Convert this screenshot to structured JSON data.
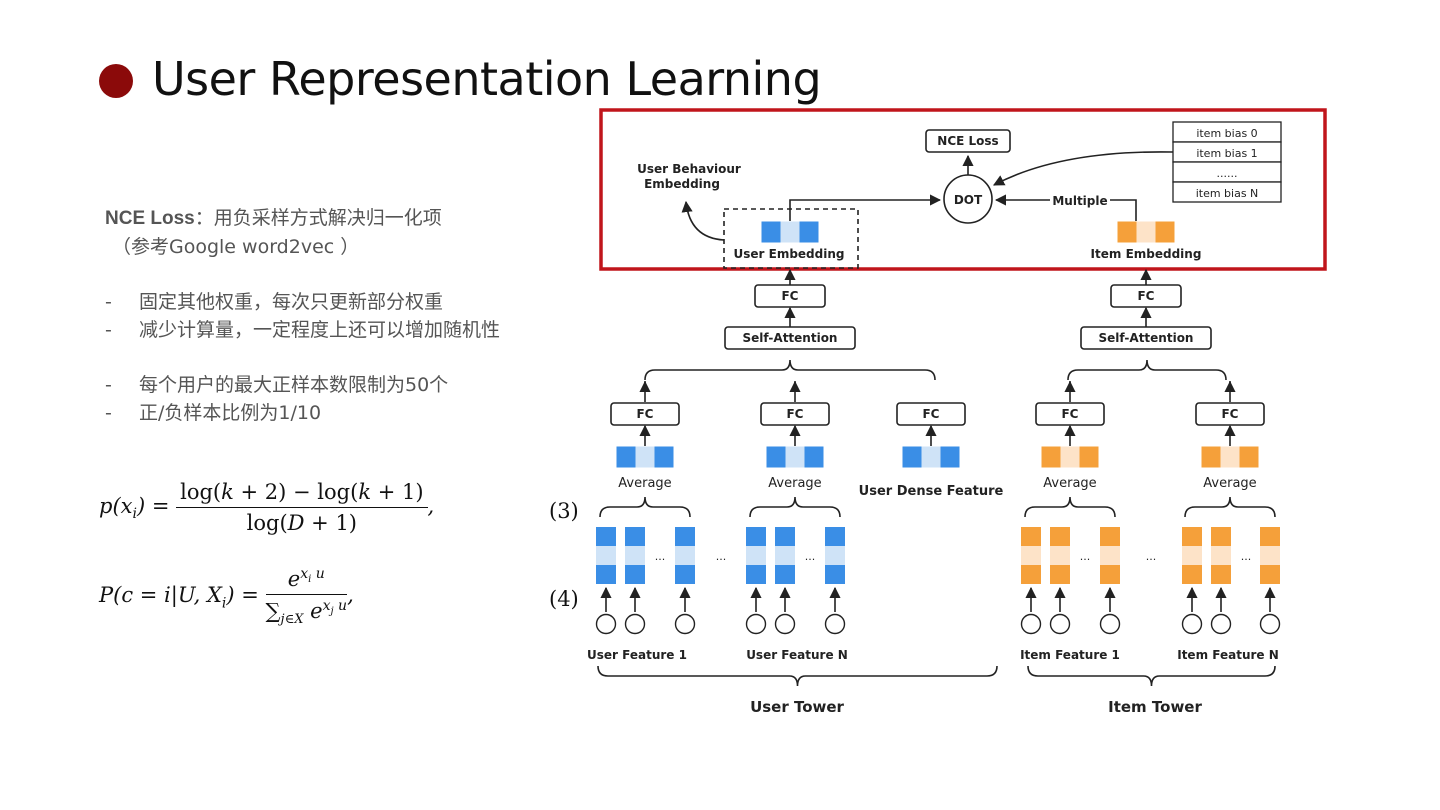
{
  "slide": {
    "title": "User Representation Learning",
    "nce_label": "NCE Loss",
    "nce_text": "：用负采样方式解决归一化项",
    "nce_ref": "（参考Google word2vec ）",
    "bullets": [
      "固定其他权重，每次只更新部分权重",
      "减少计算量，一定程度上还可以增加随机性",
      "每个用户的最大正样本数限制为50个",
      "正/负样本比例为1/10"
    ],
    "bullet_dash": "-",
    "formula1": {
      "lhs": "p(x",
      "sub": "i",
      "rhs": ") =",
      "num": "log(k + 2) − log(k + 1)",
      "den": "log(D + 1)",
      "tail": ",",
      "eqno": "(3)"
    },
    "formula2": {
      "lhs": "P(c = i|U, X",
      "sub": "i",
      "rhs": ") =",
      "num": "e^{x_i u}",
      "den": "∑_{j∈X} e^{x_j u}",
      "tail": ",",
      "eqno": "(4)"
    }
  },
  "diagram": {
    "nce_loss": "NCE Loss",
    "dot": "DOT",
    "multiple": "Multiple",
    "user_behaviour": [
      "User Behaviour",
      "Embedding"
    ],
    "user_embedding": "User Embedding",
    "item_embedding": "Item Embedding",
    "item_bias": [
      "item bias 0",
      "item bias 1",
      "......",
      "item bias N"
    ],
    "fc": "FC",
    "self_attention": "Self-Attention",
    "average": "Average",
    "user_dense_feature": "User Dense Feature",
    "ellipsis": "...",
    "user_feature_1": "User Feature 1",
    "user_feature_n": "User Feature N",
    "item_feature_1": "Item Feature 1",
    "item_feature_n": "Item Feature N",
    "user_tower": "User Tower",
    "item_tower": "Item Tower",
    "colors": {
      "highlight_box": "#c0151b",
      "blue_dark": "#3a8ee6",
      "blue_light": "#cfe3f7",
      "orange_dark": "#f5a03a",
      "orange_light": "#fde3c8",
      "title_dot": "#8b0a0a"
    }
  }
}
